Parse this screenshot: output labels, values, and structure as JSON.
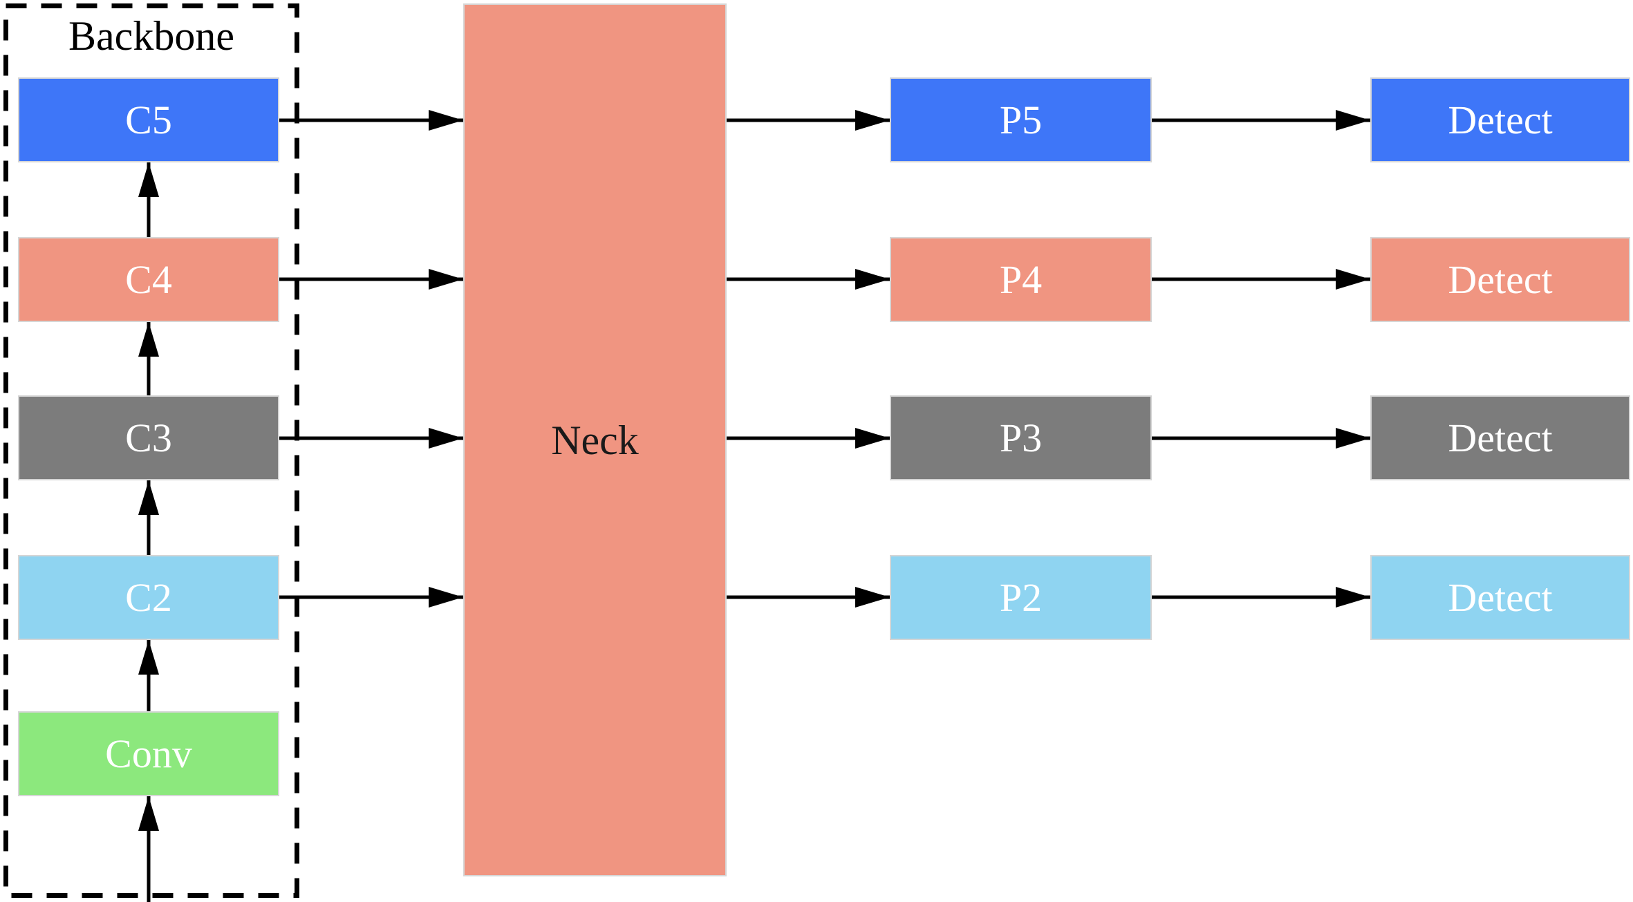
{
  "diagram": {
    "backbone": {
      "label": "Backbone",
      "nodes": [
        {
          "label": "C5",
          "color": "#3E76F8"
        },
        {
          "label": "C4",
          "color": "#F09581"
        },
        {
          "label": "C3",
          "color": "#7C7C7C"
        },
        {
          "label": "C2",
          "color": "#8FD4F1"
        },
        {
          "label": "Conv",
          "color": "#8CE87D"
        }
      ]
    },
    "neck": {
      "label": "Neck",
      "color": "#F09581"
    },
    "pyramid_nodes": [
      {
        "label": "P5",
        "color": "#3E76F8"
      },
      {
        "label": "P4",
        "color": "#F09581"
      },
      {
        "label": "P3",
        "color": "#7C7C7C"
      },
      {
        "label": "P2",
        "color": "#8FD4F1"
      }
    ],
    "detect_nodes": [
      {
        "label": "Detect",
        "color": "#3E76F8"
      },
      {
        "label": "Detect",
        "color": "#F09581"
      },
      {
        "label": "Detect",
        "color": "#7C7C7C"
      },
      {
        "label": "Detect",
        "color": "#8FD4F1"
      }
    ],
    "arrow_color": "#000000",
    "outline_color": "#000000"
  }
}
